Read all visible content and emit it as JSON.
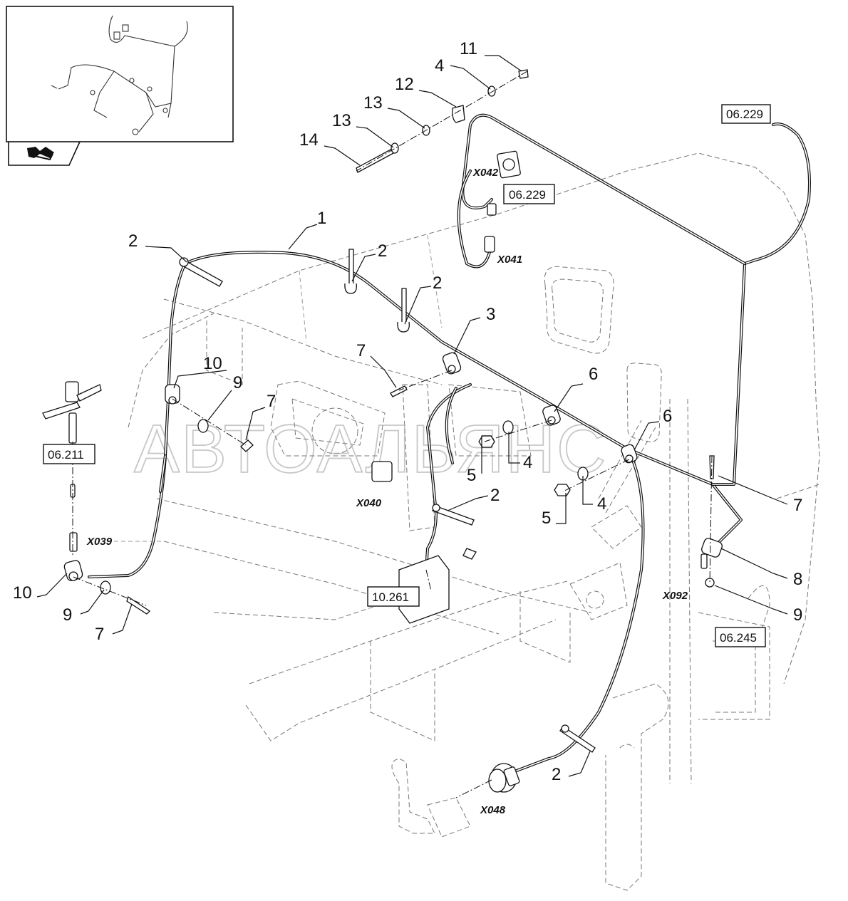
{
  "watermark": "АВТОАЛЬЯНС",
  "callouts": [
    {
      "id": "c1",
      "text": "1"
    },
    {
      "id": "c2a",
      "text": "2"
    },
    {
      "id": "c2b",
      "text": "2"
    },
    {
      "id": "c2c",
      "text": "2"
    },
    {
      "id": "c2d",
      "text": "2"
    },
    {
      "id": "c2e",
      "text": "2"
    },
    {
      "id": "c3",
      "text": "3"
    },
    {
      "id": "c4a",
      "text": "4"
    },
    {
      "id": "c4b",
      "text": "4"
    },
    {
      "id": "c4c",
      "text": "4"
    },
    {
      "id": "c5a",
      "text": "5"
    },
    {
      "id": "c5b",
      "text": "5"
    },
    {
      "id": "c6a",
      "text": "6"
    },
    {
      "id": "c6b",
      "text": "6"
    },
    {
      "id": "c7a",
      "text": "7"
    },
    {
      "id": "c7b",
      "text": "7"
    },
    {
      "id": "c7c",
      "text": "7"
    },
    {
      "id": "c7d",
      "text": "7"
    },
    {
      "id": "c8",
      "text": "8"
    },
    {
      "id": "c9a",
      "text": "9"
    },
    {
      "id": "c9b",
      "text": "9"
    },
    {
      "id": "c9c",
      "text": "9"
    },
    {
      "id": "c10a",
      "text": "10"
    },
    {
      "id": "c10b",
      "text": "10"
    },
    {
      "id": "c11",
      "text": "11"
    },
    {
      "id": "c12",
      "text": "12"
    },
    {
      "id": "c13a",
      "text": "13"
    },
    {
      "id": "c13b",
      "text": "13"
    },
    {
      "id": "c14",
      "text": "14"
    }
  ],
  "connectors": {
    "x039": "X039",
    "x040": "X040",
    "x041": "X041",
    "x042": "X042",
    "x048": "X048",
    "x092": "X092"
  },
  "references": {
    "r06229a": "06.229",
    "r06229b": "06.229",
    "r06211": "06.211",
    "r10261": "10.261",
    "r06245": "06.245"
  },
  "icons": {
    "nav": "next-page-arrow-icon"
  }
}
